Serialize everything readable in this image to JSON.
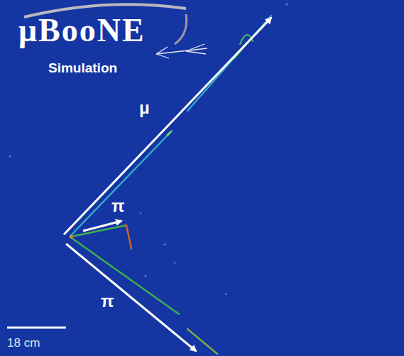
{
  "diagram": {
    "labels": [
      "μBooNE",
      "Simulation",
      "μ",
      "π",
      "π",
      "18 cm"
    ]
  }
}
